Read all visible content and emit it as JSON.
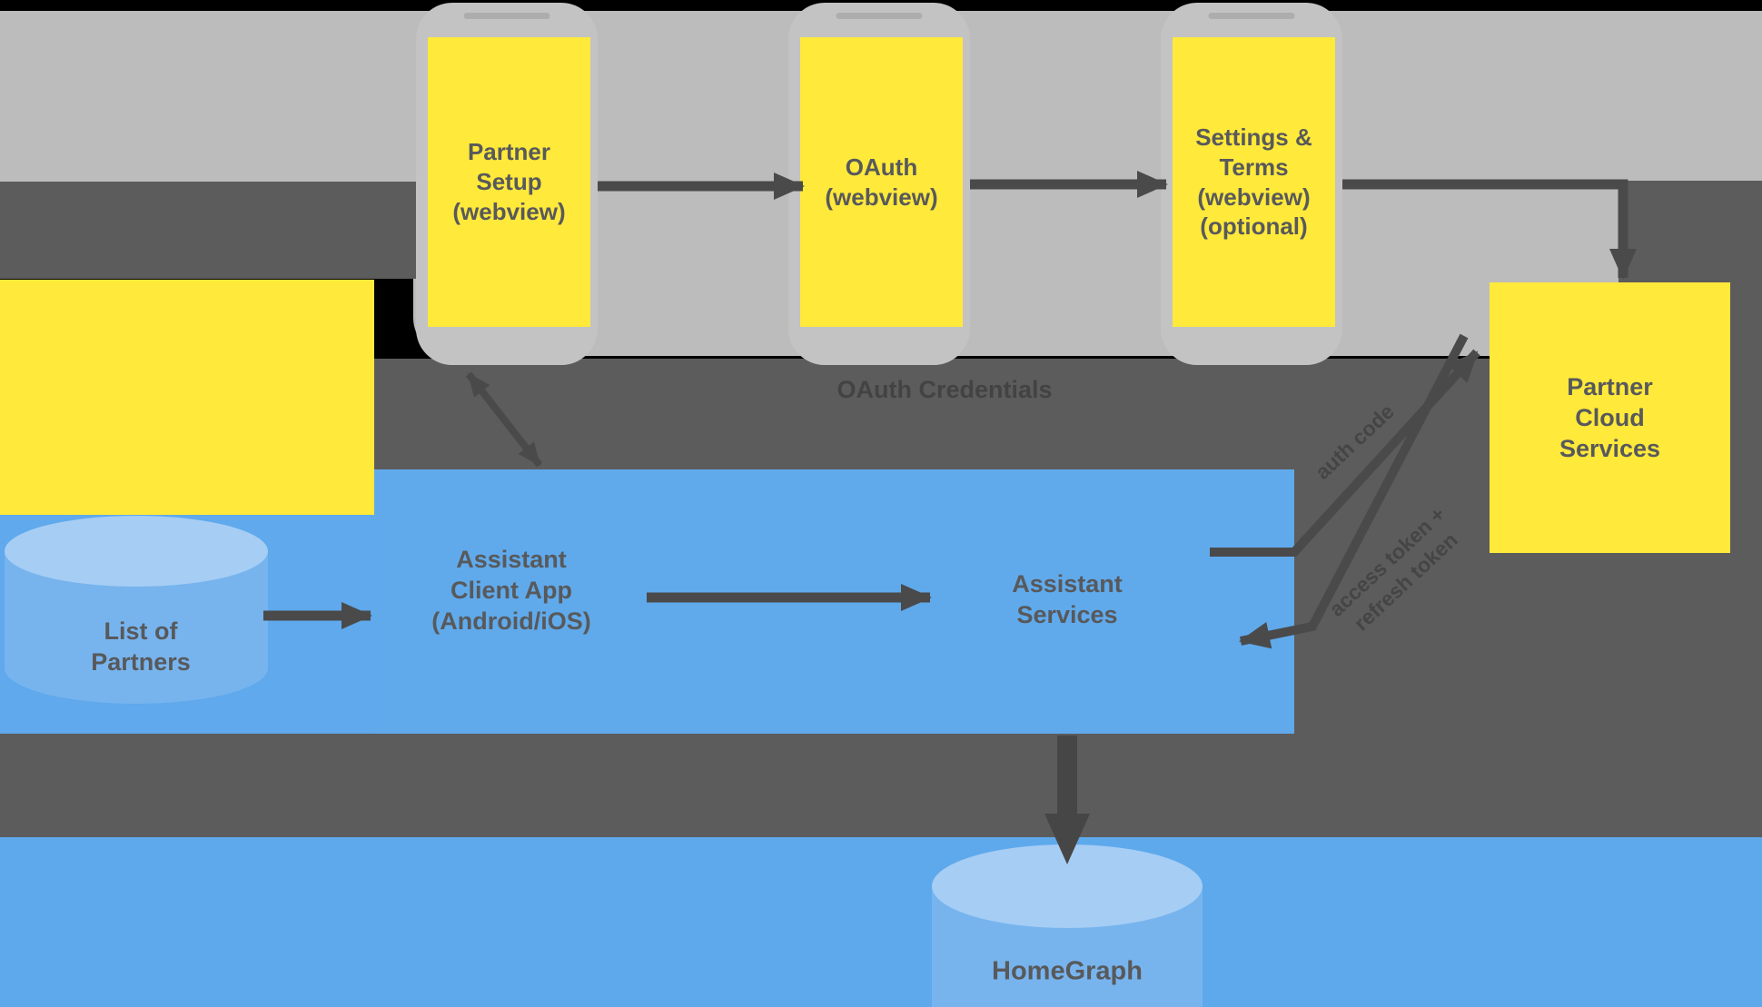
{
  "title": "Assistant account linking architecture diagram",
  "colors": {
    "yellow": "#FFE93B",
    "blue_box": "#60AAEC",
    "blue_panel": "#5FA9EC",
    "bottom_blue_band": "#5EA9EC",
    "light_gray": "#BCBCBC",
    "phone_bezel_gray": "#C3C3C3",
    "dark_gray": "#5C5C5C",
    "arrow_gray": "#4A4A4A",
    "cylinder_top_blue": "#A6CDF4",
    "cylinder_body_blue": "#77B4EE",
    "label_text": "#58595B"
  },
  "phones": [
    {
      "label": "Partner\nSetup\n(webview)"
    },
    {
      "label": "OAuth\n(webview)"
    },
    {
      "label": "Settings &\nTerms\n(webview)\n(optional)"
    }
  ],
  "nodes": {
    "list_of_partners": {
      "label": "List of\nPartners",
      "shape": "cylinder"
    },
    "assistant_client_app": {
      "label": "Assistant\nClient App\n(Android/iOS)",
      "shape": "rect"
    },
    "assistant_services": {
      "label": "Assistant\nServices",
      "shape": "rect"
    },
    "partner_cloud_services": {
      "label": "Partner\nCloud\nServices",
      "shape": "rect"
    },
    "homegraph": {
      "label": "HomeGraph",
      "shape": "cylinder"
    }
  },
  "edge_labels": {
    "oauth_credentials": {
      "label": "OAuth Credentials"
    },
    "to_partner_cloud": {
      "label": "auth code"
    },
    "from_partner_cloud": {
      "label": "access token +\nrefresh token"
    }
  }
}
